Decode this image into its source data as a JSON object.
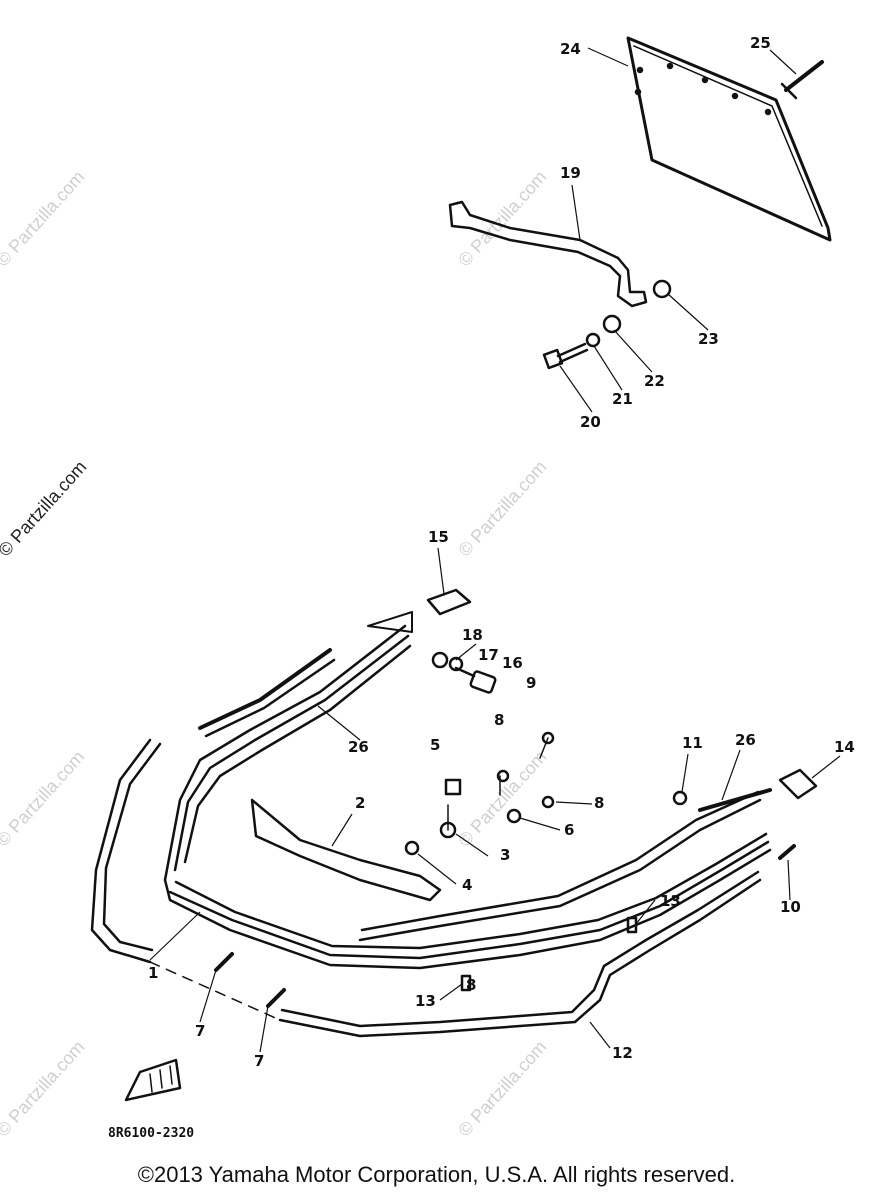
{
  "watermark": "© Partzilla.com",
  "diagram_code": "8R6100-2320",
  "copyright": "©2013  Yamaha Motor Corporation, U.S.A. All rights reserved.",
  "part_numbers": [
    "1",
    "2",
    "3",
    "4",
    "5",
    "6",
    "7",
    "7",
    "8",
    "8",
    "8",
    "9",
    "10",
    "11",
    "12",
    "13",
    "13",
    "14",
    "15",
    "16",
    "17",
    "18",
    "19",
    "20",
    "21",
    "22",
    "23",
    "24",
    "25",
    "26",
    "26"
  ]
}
